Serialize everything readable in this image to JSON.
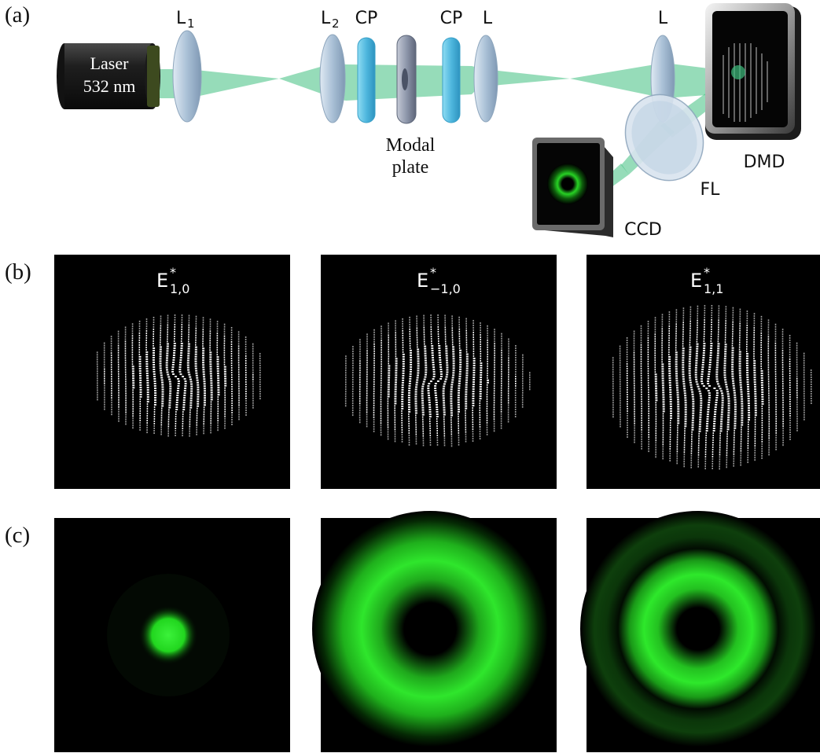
{
  "panels": {
    "a": "(a)",
    "b": "(b)",
    "c": "(c)"
  },
  "setup": {
    "laser_line1": "Laser",
    "laser_line2": "532 nm",
    "L1_main": "L",
    "L1_sub": "1",
    "L2_main": "L",
    "L2_sub": "2",
    "cp1": "CP",
    "cp2": "CP",
    "l3": "L",
    "l4": "L",
    "modal_line1": "Modal",
    "modal_line2": "plate",
    "dmd": "DMD",
    "fl": "FL",
    "ccd": "CCD"
  },
  "holograms": [
    {
      "main": "E",
      "sup": "*",
      "sub": "1,0"
    },
    {
      "main": "E",
      "sup": "*",
      "sub": "−1,0"
    },
    {
      "main": "E",
      "sup": "*",
      "sub": "1,1"
    }
  ],
  "colors": {
    "beam": "#3fbf7f",
    "lens": "#b9cde0",
    "compensator": "#5bc0de",
    "modal_plate": "#8e97ab",
    "mode_green": "#22e01f"
  }
}
